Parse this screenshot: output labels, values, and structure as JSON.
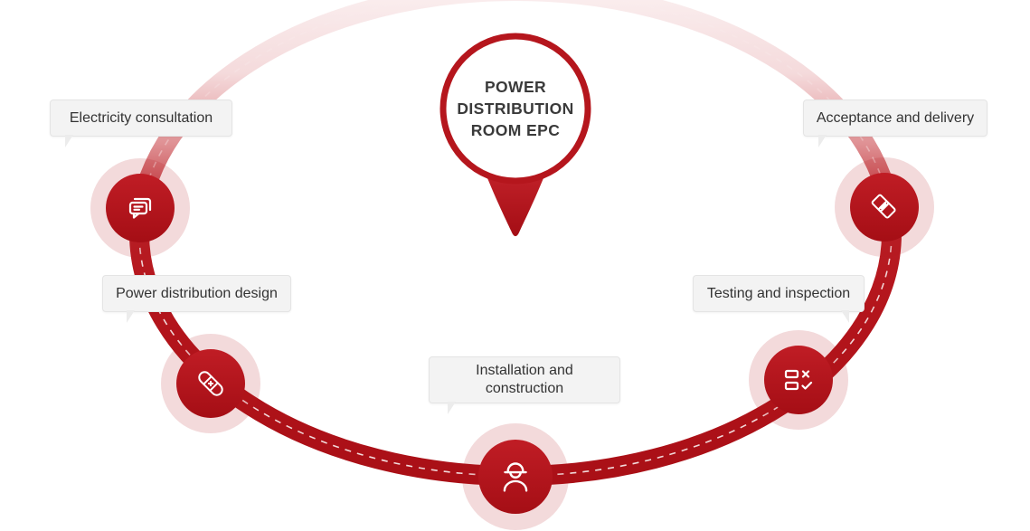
{
  "diagram": {
    "center": {
      "line1": "POWER",
      "line2": "DISTRIBUTION",
      "line3": "ROOM EPC"
    },
    "nodes": [
      {
        "label": "Electricity consultation",
        "icon": "chat-bubbles-icon"
      },
      {
        "label": "Power distribution design",
        "icon": "bandage-icon"
      },
      {
        "label": "Installation and construction",
        "icon": "construction-worker-icon"
      },
      {
        "label": "Testing and inspection",
        "icon": "checklist-icon"
      },
      {
        "label": "Acceptance and delivery",
        "icon": "handshake-icon"
      }
    ],
    "colors": {
      "primary": "#b5161d",
      "halo": "rgba(181,22,29,0.16)",
      "label_bg": "#f3f3f3",
      "text": "#333333"
    }
  }
}
